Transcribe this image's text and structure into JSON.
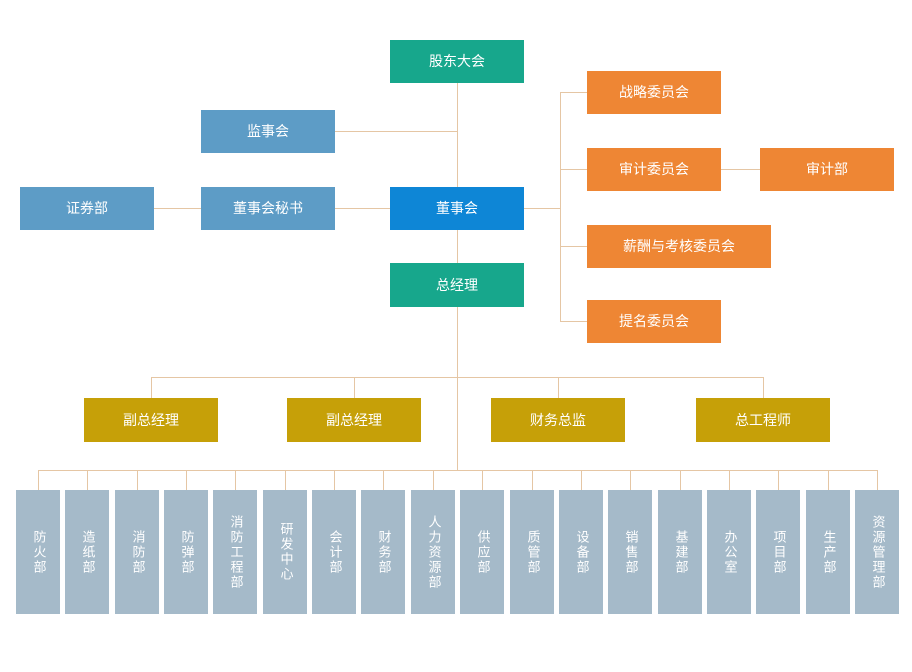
{
  "nodes": {
    "shareholders": "股东大会",
    "supervisory_board": "监事会",
    "securities_dept": "证券部",
    "board_secretary": "董事会秘书",
    "board_of_directors": "董事会",
    "general_manager": "总经理",
    "audit_dept": "审计部",
    "committees": [
      "战略委员会",
      "审计委员会",
      "薪酬与考核委员会",
      "提名委员会"
    ],
    "executives": [
      "副总经理",
      "副总经理",
      "财务总监",
      "总工程师"
    ],
    "departments": [
      "防火部",
      "造纸部",
      "消防部",
      "防弹部",
      "消防工程部",
      "研发中心",
      "会计部",
      "财务部",
      "人力资源部",
      "供应部",
      "质管部",
      "设备部",
      "销售部",
      "基建部",
      "办公室",
      "项目部",
      "生产部",
      "资源管理部"
    ]
  },
  "colors": {
    "teal": "#17a78c",
    "steel_blue": "#5d9cc6",
    "azure": "#0e86d6",
    "orange": "#ee8634",
    "gold": "#c6a008",
    "gray_blue": "#a5bac9",
    "connector": "#e5c6a4",
    "background": "#ffffff",
    "text": "#ffffff"
  }
}
